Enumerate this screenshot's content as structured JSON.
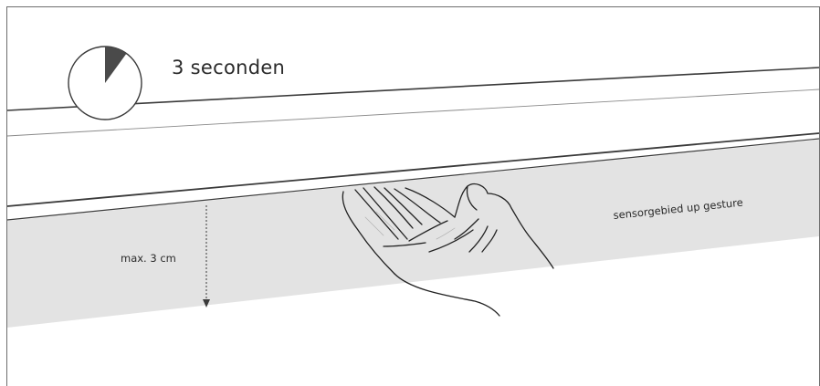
{
  "timer": {
    "label": "3 seconden",
    "elapsed_fraction": 0.1
  },
  "sensor_area": {
    "label": "sensorgebied up gesture"
  },
  "distance": {
    "label": "max. 3 cm"
  },
  "colors": {
    "border": "#6e6e6e",
    "sensor_fill": "#e3e3e3",
    "line": "#3a3a3a",
    "thin_line": "#8a8a8a",
    "timer_fill": "#4a4a4a"
  }
}
